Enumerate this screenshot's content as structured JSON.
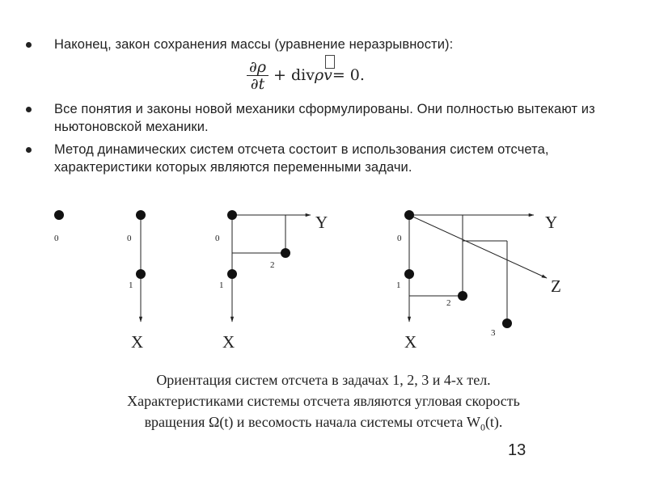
{
  "bullets": [
    "Наконец, закон сохранения массы (уравнение неразрывности):",
    "Все понятия и законы новой механики сформулированы. Они полностью вытекают из ньютоновской механики.",
    "Метод динамических систем отсчета состоит в использования систем отсчета, характеристики которых являются переменными задачи."
  ],
  "formula": {
    "numerator": "∂ρ",
    "denominator": "∂t",
    "rest_a": "+ div ",
    "rho": "ρ",
    "v": "v",
    "rest_b": " = 0."
  },
  "diagram_labels": {
    "d1": {
      "point0": "0"
    },
    "d2": {
      "point0": "0",
      "point1": "1",
      "axis_x": "X"
    },
    "d3": {
      "point0": "0",
      "point1": "1",
      "point2": "2",
      "axis_x": "X",
      "axis_y": "Y"
    },
    "d4": {
      "point0": "0",
      "point1": "1",
      "point2": "2",
      "point3": "3",
      "axis_x": "X",
      "axis_y": "Y",
      "axis_z": "Z"
    }
  },
  "caption": {
    "line1": "Ориентация систем отсчета в задачах 1, 2, 3 и 4-х тел.",
    "line2": "Характеристиками системы отсчета являются угловая скорость",
    "line3_prefix": "вращения  Ω(t) и весомость начала системы отсчета W",
    "line3_sub": "0",
    "line3_suffix": "(t)."
  },
  "page_number": "13"
}
